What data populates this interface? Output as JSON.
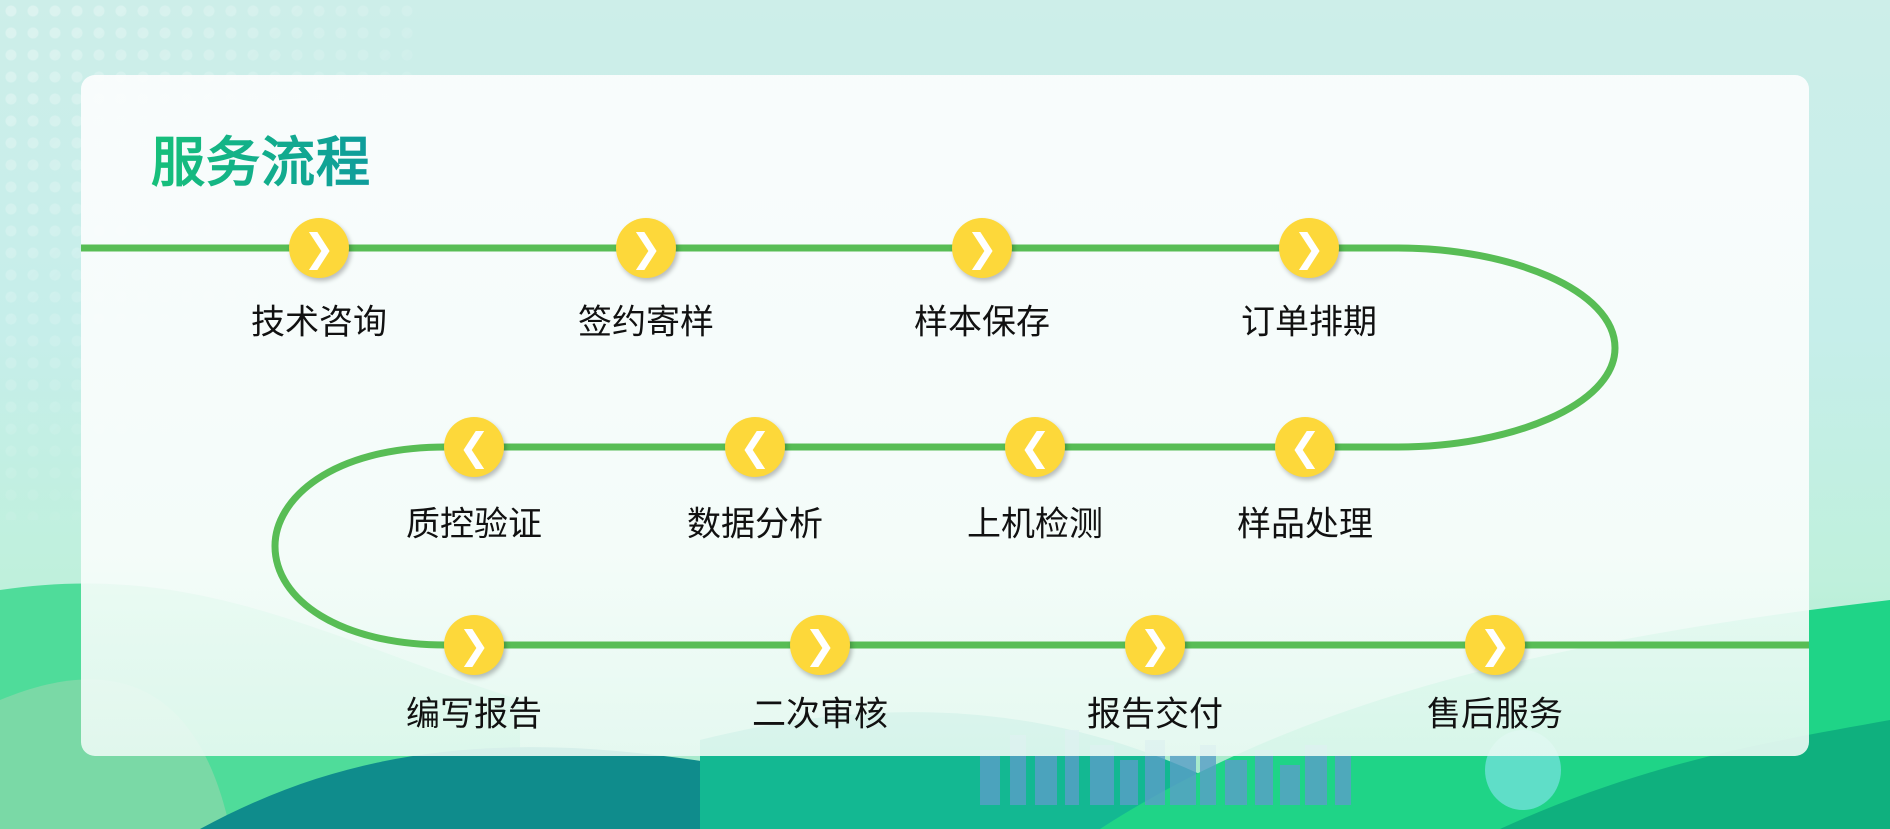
{
  "title": "服务流程",
  "colors": {
    "line": "#58bd55",
    "node": "#fdd83a",
    "title_start": "#17c07a",
    "title_end": "#0e9c9c"
  },
  "steps": [
    {
      "label": "技术咨询",
      "icon": "chevron-right-icon",
      "glyph": "❯"
    },
    {
      "label": "签约寄样",
      "icon": "chevron-right-icon",
      "glyph": "❯"
    },
    {
      "label": "样本保存",
      "icon": "chevron-right-icon",
      "glyph": "❯"
    },
    {
      "label": "订单排期",
      "icon": "chevron-right-icon",
      "glyph": "❯"
    },
    {
      "label": "样品处理",
      "icon": "chevron-left-icon",
      "glyph": "❮"
    },
    {
      "label": "上机检测",
      "icon": "chevron-left-icon",
      "glyph": "❮"
    },
    {
      "label": "数据分析",
      "icon": "chevron-left-icon",
      "glyph": "❮"
    },
    {
      "label": "质控验证",
      "icon": "chevron-left-icon",
      "glyph": "❮"
    },
    {
      "label": "编写报告",
      "icon": "chevron-right-icon",
      "glyph": "❯"
    },
    {
      "label": "二次审核",
      "icon": "chevron-right-icon",
      "glyph": "❯"
    },
    {
      "label": "报告交付",
      "icon": "chevron-right-icon",
      "glyph": "❯"
    },
    {
      "label": "售后服务",
      "icon": "chevron-right-icon",
      "glyph": "❯"
    }
  ]
}
